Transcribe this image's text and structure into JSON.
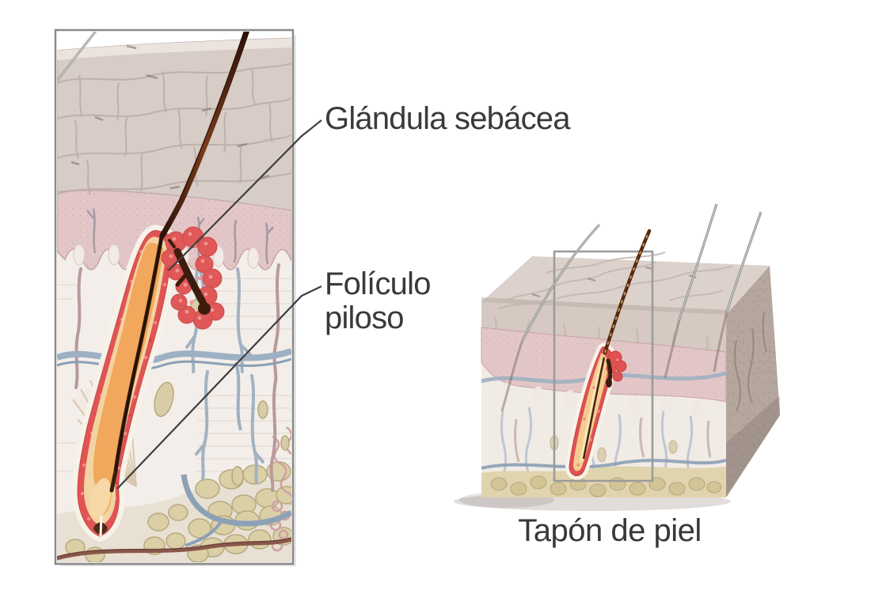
{
  "figure": {
    "type": "anatomical-diagram",
    "language": "es",
    "labels": {
      "sebaceous_gland": "Glándula sebácea",
      "hair_follicle_line1": "Folículo",
      "hair_follicle_line2": "piloso"
    },
    "caption": {
      "skin_plug": "Tapón de piel"
    },
    "colors": {
      "background": "#ffffff",
      "label_text": "#3a3a3a",
      "leader_line": "#3f3f3f",
      "panel_border": "#8a8a8a",
      "highlight_box": "#9a9a9a",
      "skin_surface": "#d8ccc6",
      "epidermis_pink": "#e3c7c8",
      "dermis": "#f3eee9",
      "fat_cells": "#dbcfa4",
      "sebaceous_gland_red": "#e05454",
      "follicle_sheath_tan": "#f3d3a2",
      "follicle_core_orange": "#f1a85c",
      "hair_brown": "#542a10",
      "gland_duct_dark": "#3e1d0d",
      "blood_vessel_blue": "#a2b2c2",
      "vessel_brown": "#8a574a",
      "block_side_face": "#b5a69e"
    }
  }
}
